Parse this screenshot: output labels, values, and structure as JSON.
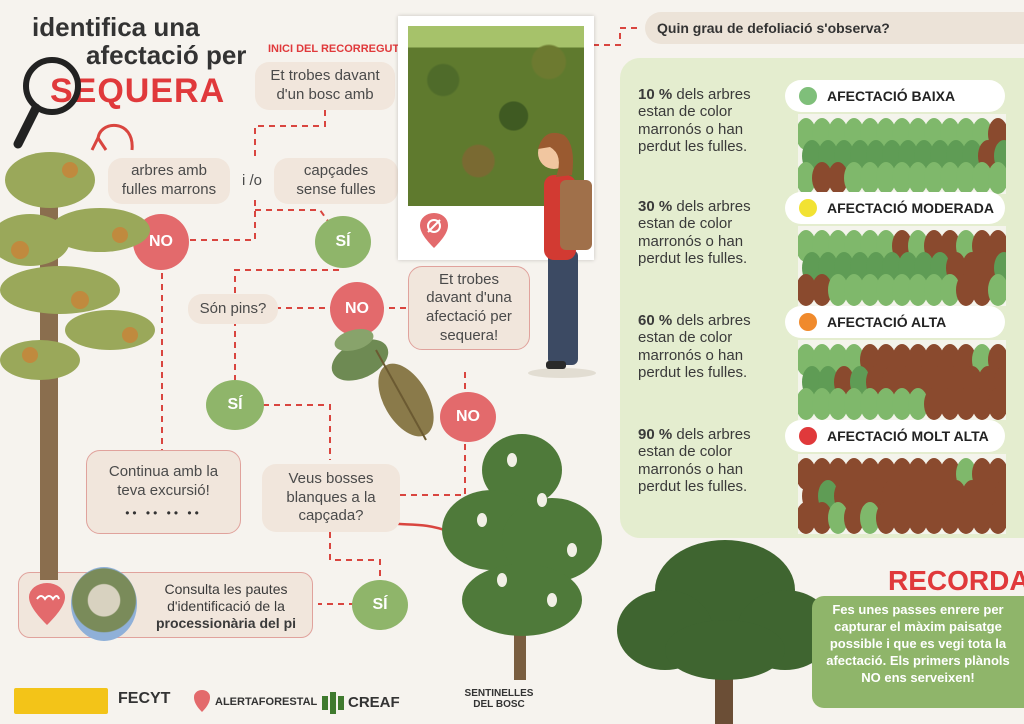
{
  "title": {
    "line1": "identifica una",
    "line2": "afectació per",
    "line3": "SEQUERA"
  },
  "start_label": "INICI DEL RECORREGUT",
  "flow": {
    "q1": "Et trobes davant d'un bosc amb",
    "opt_a": "arbres amb fulles marrons",
    "connector": "i /o",
    "opt_b": "capçades sense fulles",
    "no1": "NO",
    "si1": "SÍ",
    "q2": "Són pins?",
    "no2": "NO",
    "si2": "SÍ",
    "result": "Et trobes davant d'una afectació per sequera!",
    "no3": "NO",
    "continue": "Continua amb la teva excursió!",
    "q3": "Veus bosses blanques a la capçada?",
    "si3": "SÍ",
    "consult_pre": "Consulta les pautes d'identificació de la",
    "consult_bold": "processionària del pi"
  },
  "defoliation": {
    "question": "Quin grau de defoliació s'observa?",
    "levels": [
      {
        "pct": "10 %",
        "text": "dels arbres estan de color marronós o han perdut les fulles.",
        "label": "AFECTACIÓ BAIXA",
        "color": "#7fbf7a",
        "fraction": 0.1
      },
      {
        "pct": "30 %",
        "text": "dels arbres estan de color marronós o han perdut les fulles.",
        "label": "AFECTACIÓ MODERADA",
        "color": "#f2e233",
        "fraction": 0.3
      },
      {
        "pct": "60 %",
        "text": "dels arbres estan de color marronós o han perdut les fulles.",
        "label": "AFECTACIÓ ALTA",
        "color": "#f08a2c",
        "fraction": 0.6
      },
      {
        "pct": "90 %",
        "text": "dels arbres estan de color marronós o han perdut les fulles.",
        "label": "AFECTACIÓ MOLT ALTA",
        "color": "#e0393b",
        "fraction": 0.9
      }
    ]
  },
  "remember": {
    "title": "RECORDA",
    "text": "Fes unes passes enrere per capturar el màxim paisatge possible i que es vegi tota la afectació. Els primers plànols NO ens serveixen!"
  },
  "logos": {
    "fecyt": "FECYT",
    "alerta": "ALERTAFORESTAL",
    "creaf": "CREAF",
    "sentinelles": "SENTINELLES DEL BOSC"
  }
}
